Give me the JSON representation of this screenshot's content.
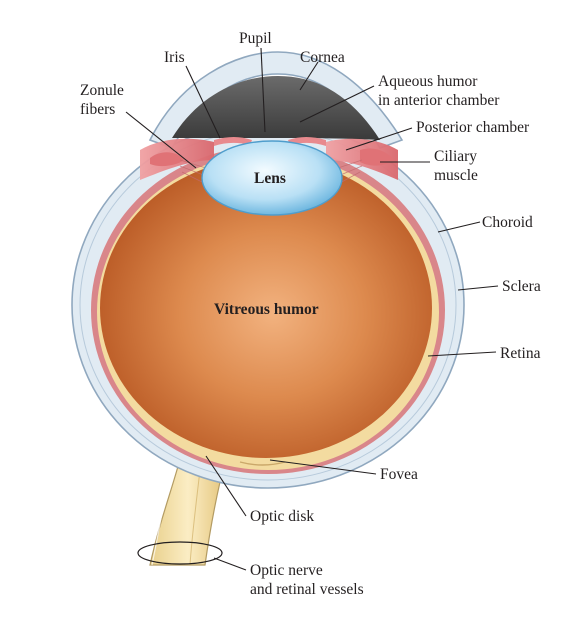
{
  "diagram": {
    "labels": {
      "pupil": "Pupil",
      "iris": "Iris",
      "cornea": "Cornea",
      "zonule_line1": "Zonule",
      "zonule_line2": "fibers",
      "aqueous_line1": "Aqueous humor",
      "aqueous_line2": "in anterior chamber",
      "posterior_chamber": "Posterior chamber",
      "ciliary_line1": "Ciliary",
      "ciliary_line2": "muscle",
      "lens": "Lens",
      "choroid": "Choroid",
      "sclera": "Sclera",
      "vitreous": "Vitreous humor",
      "retina": "Retina",
      "fovea": "Fovea",
      "optic_disk": "Optic disk",
      "optic_nerve_line1": "Optic nerve",
      "optic_nerve_line2": "and retinal vessels"
    },
    "colors": {
      "sclera": "#dfe9f1",
      "sclera_edge": "#8fa9c0",
      "choroid": "#d9868a",
      "retina": "#f3dba0",
      "vitreous_light": "#e9a06a",
      "vitreous_dark": "#b4521c",
      "lens_light": "#eaf6fd",
      "lens_dark": "#6cb6df",
      "anterior_chamber": "#4a4a4a",
      "iris": "#e98a8e",
      "optic_nerve": "#f4e0a6"
    }
  }
}
